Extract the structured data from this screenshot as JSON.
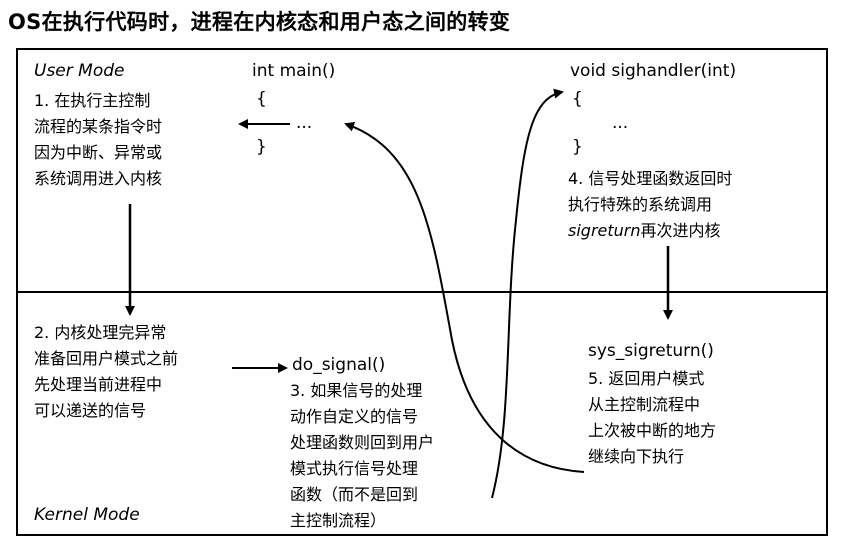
{
  "title": "OS在执行代码时，进程在内核态和用户态之间的转变",
  "user_mode": {
    "label": "User Mode",
    "step1": "1. 在执行主控制\n流程的某条指令时\n因为中断、异常或\n系统调用进入内核",
    "main_sig": "int main()",
    "main_open": "{",
    "main_dots": "...",
    "main_close": "}",
    "handler_sig": "void sighandler(int)",
    "handler_open": "{",
    "handler_dots": "...",
    "handler_close": "}",
    "step4_line1": "4. 信号处理函数返回时",
    "step4_line2": "执行特殊的系统调用",
    "step4_em": "sigreturn",
    "step4_rest": "再次进内核"
  },
  "kernel_mode": {
    "label": "Kernel Mode",
    "step2": "2. 内核处理完异常\n准备回用户模式之前\n先处理当前进程中\n可以递送的信号",
    "do_signal": "do_signal()",
    "step3": "3. 如果信号的处理\n动作自定义的信号\n处理函数则回到用户\n模式执行信号处理\n函数（而不是回到\n主控制流程）",
    "sys_sigreturn": "sys_sigreturn()",
    "step5": "5. 返回用户模式\n从主控制流程中\n上次被中断的地方\n继续向下执行"
  }
}
